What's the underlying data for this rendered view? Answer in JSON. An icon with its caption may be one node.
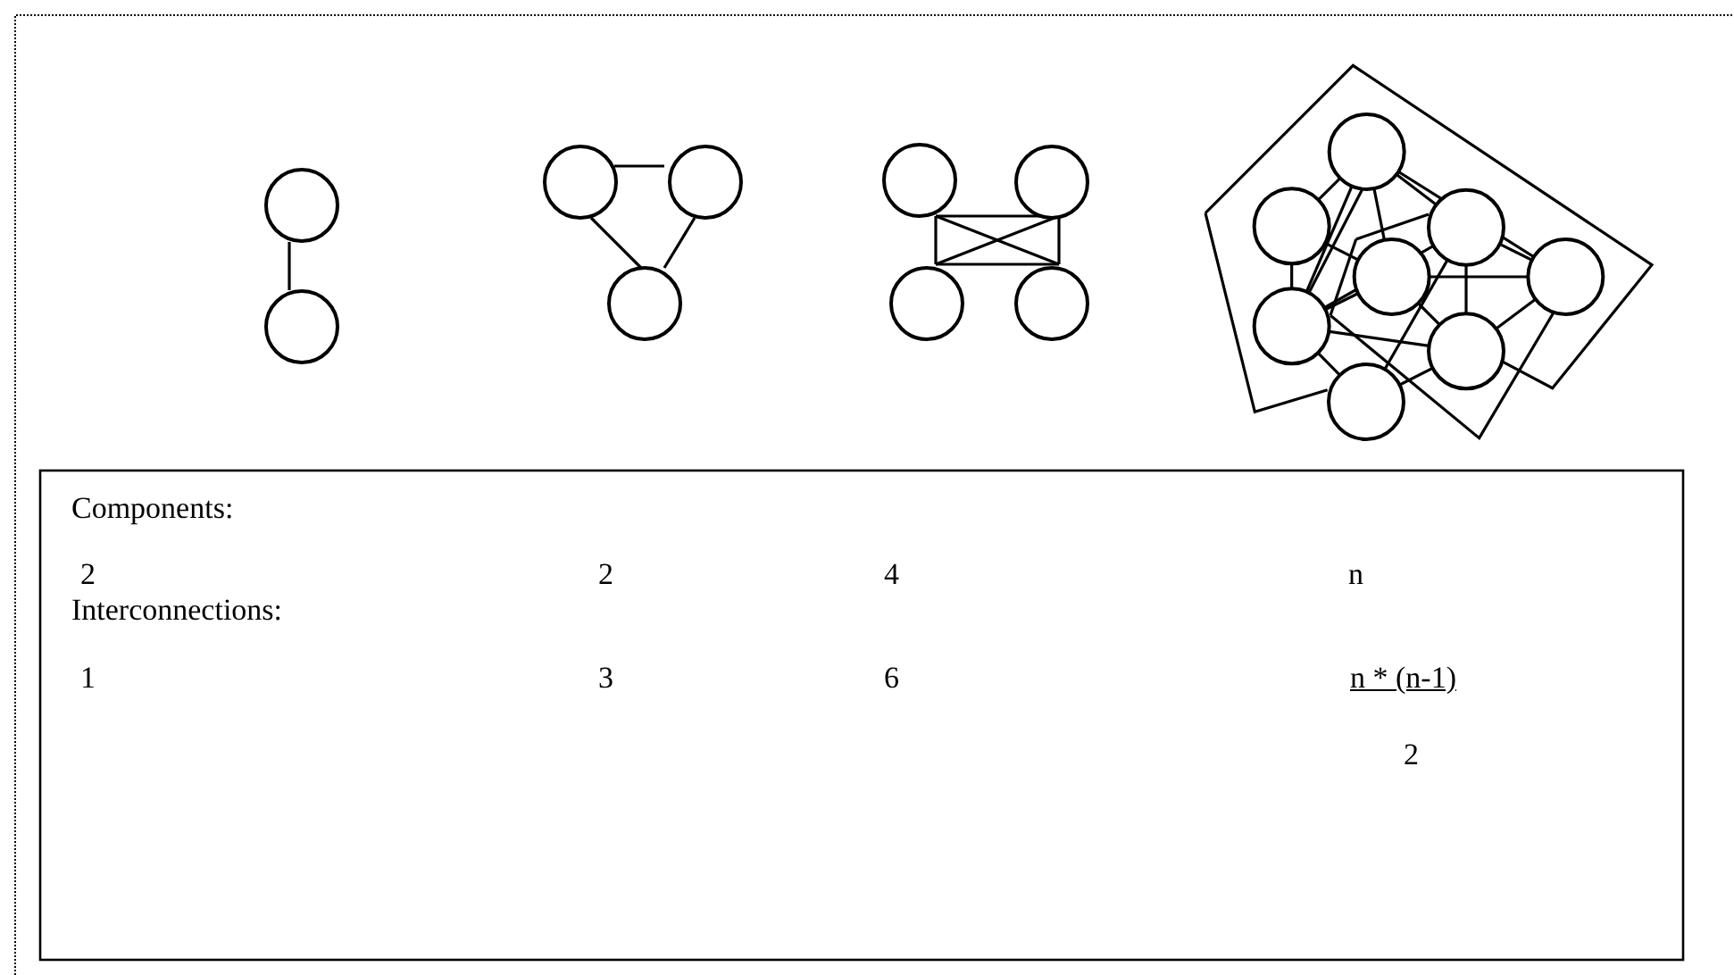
{
  "diagram": {
    "nodes": [
      {
        "text": [],
        "shape": "circle"
      },
      {
        "text": [],
        "shape": "circle"
      },
      {
        "text": [],
        "shape": "circle"
      },
      {
        "text": [],
        "shape": "circle"
      },
      {
        "text": [],
        "shape": "circle"
      },
      {
        "text": [],
        "shape": "circle"
      },
      {
        "text": [],
        "shape": "circle"
      },
      {
        "text": [],
        "shape": "circle"
      },
      {
        "text": [],
        "shape": "circle"
      }
    ],
    "edges": [
      {
        "from": 0,
        "to": 1,
        "arrow": "none"
      },
      {
        "from": 2,
        "to": 3,
        "arrow": "none"
      },
      {
        "from": 2,
        "to": 4,
        "arrow": "none"
      },
      {
        "from": 3,
        "to": 4,
        "arrow": "none"
      },
      {
        "from": 5,
        "to": 6,
        "arrow": "none"
      },
      {
        "from": 7,
        "to": 8,
        "arrow": "none"
      },
      {
        "from": 5,
        "to": 7,
        "arrow": "none"
      },
      {
        "from": 6,
        "to": 8,
        "arrow": "none"
      },
      {
        "from": 5,
        "to": 8,
        "arrow": "none"
      },
      {
        "from": 6,
        "to": 7,
        "arrow": "none"
      }
    ],
    "labels": [
      "Components:",
      "2",
      "2",
      "4",
      "n",
      "Interconnections:",
      "1",
      "3",
      "6",
      "n * (n-1)",
      "2"
    ]
  }
}
